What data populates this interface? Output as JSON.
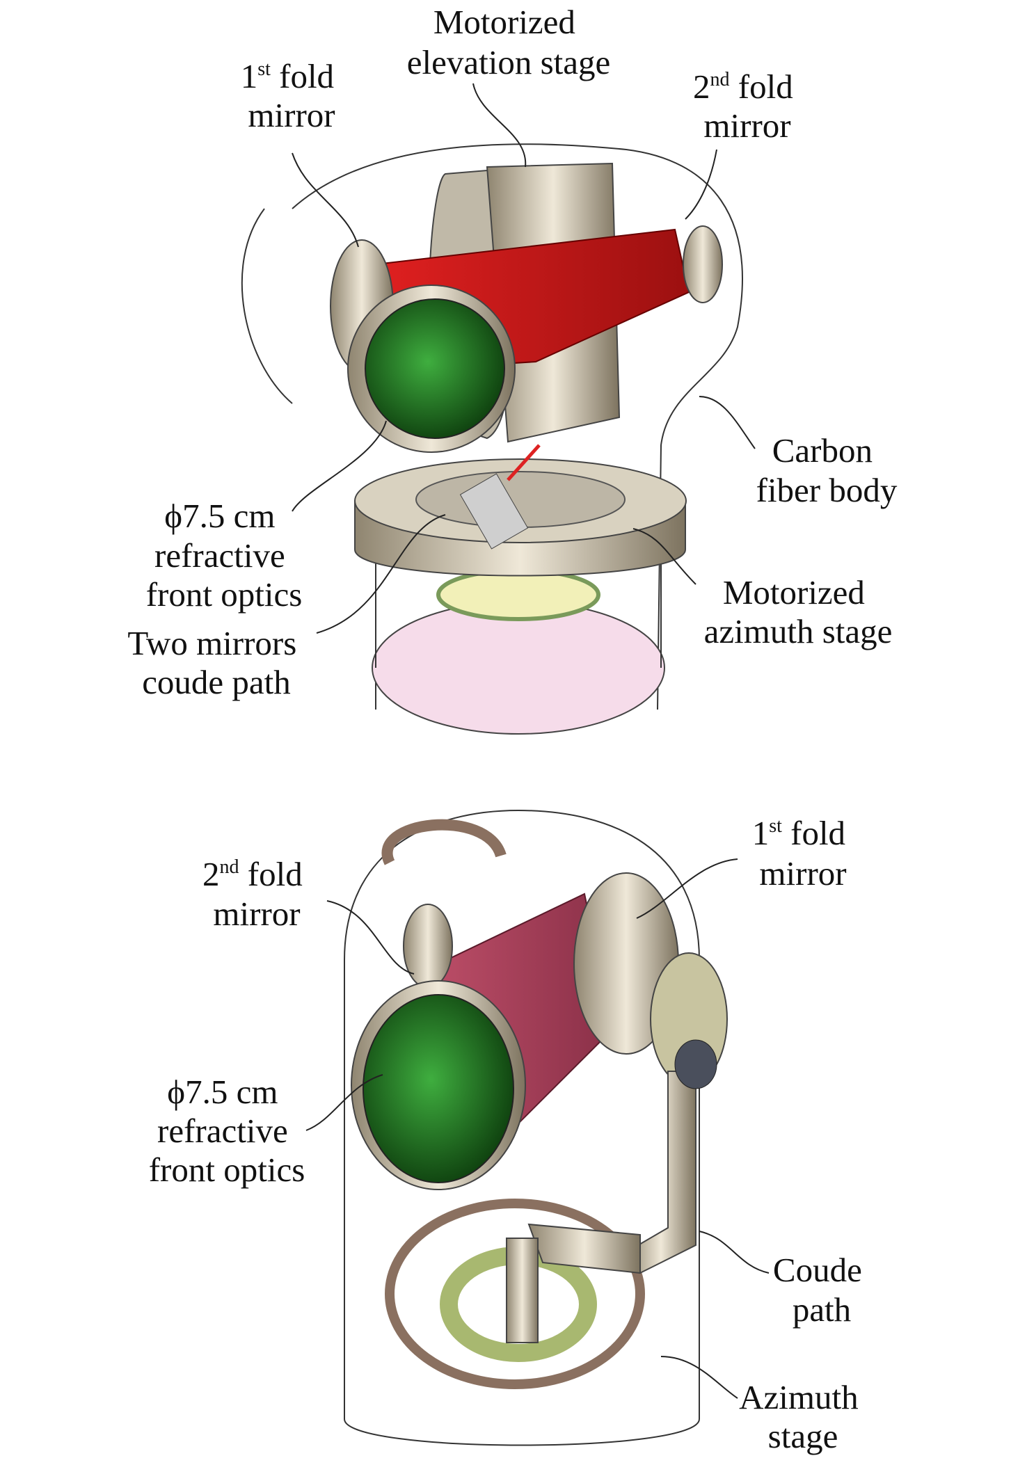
{
  "top_view": {
    "elevation_stage": {
      "line1": "Motorized",
      "line2": "elevation stage"
    },
    "first_fold_mirror": {
      "num": "1",
      "sup": "st",
      "rest": " fold",
      "line2": "mirror"
    },
    "second_fold_mirror": {
      "num": "2",
      "sup": "nd",
      "rest": " fold",
      "line2": "mirror"
    },
    "carbon_body": {
      "line1": "Carbon",
      "line2": "fiber body"
    },
    "front_optics": {
      "line1": "ϕ7.5 cm",
      "line2": "refractive",
      "line3": "front optics"
    },
    "azimuth_stage": {
      "line1": "Motorized",
      "line2": "azimuth stage"
    },
    "coude_path": {
      "line1": "Two mirrors",
      "line2": "coude path"
    }
  },
  "bottom_view": {
    "first_fold_mirror": {
      "num": "1",
      "sup": "st",
      "rest": " fold",
      "line2": "mirror"
    },
    "second_fold_mirror": {
      "num": "2",
      "sup": "nd",
      "rest": " fold",
      "line2": "mirror"
    },
    "front_optics": {
      "line1": "ϕ7.5 cm",
      "line2": "refractive",
      "line3": "front optics"
    },
    "coude_path": {
      "line1": "Coude",
      "line2": "path"
    },
    "azimuth_stage": {
      "line1": "Azimuth",
      "line2": "stage"
    }
  },
  "colors": {
    "cone": "#c81e1e",
    "cone_bottom": "#b0485e",
    "lens": "#1e7a1e",
    "metal": "#c9bfa8",
    "base": "#f6dcea"
  }
}
